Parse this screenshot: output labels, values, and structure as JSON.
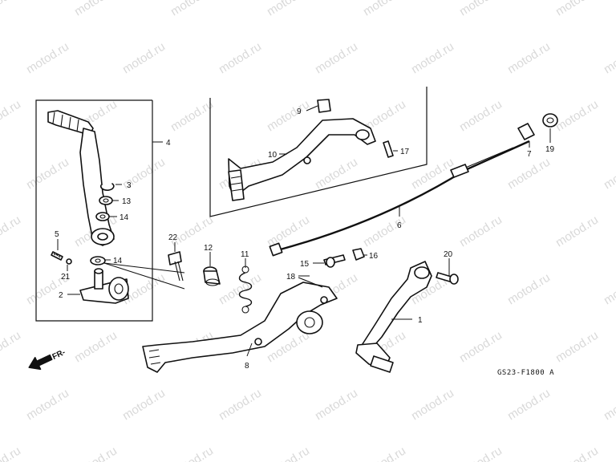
{
  "watermark": "motod.ru",
  "diagram_code": "GS23-F1800 A",
  "direction_label": "FR-",
  "callouts": [
    "1",
    "2",
    "3",
    "4",
    "5",
    "6",
    "7",
    "8",
    "9",
    "10",
    "11",
    "12",
    "13",
    "14",
    "14",
    "15",
    "16",
    "17",
    "18",
    "19",
    "20",
    "21",
    "22"
  ]
}
